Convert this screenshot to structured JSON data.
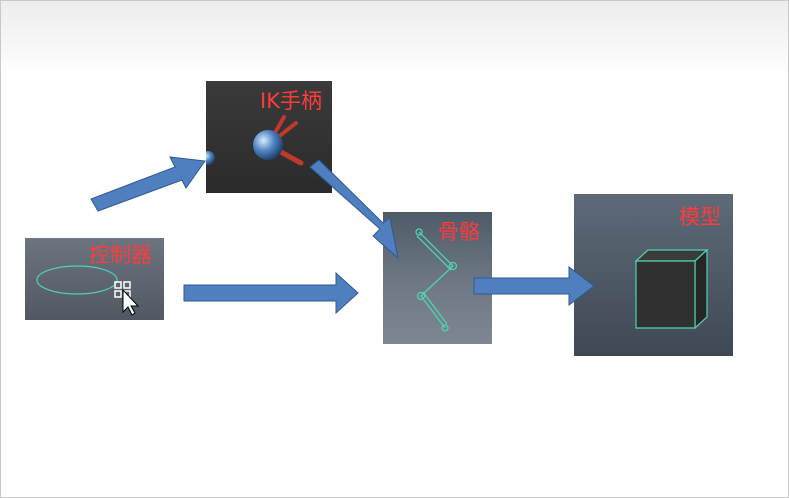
{
  "diagram": {
    "controller_label": "控制器",
    "ik_label": "IK手柄",
    "skeleton_label": "骨骼",
    "model_label": "模型"
  },
  "colors": {
    "label": "#ff3b3b",
    "arrow_fill": "#4f7fbf",
    "arrow_stroke": "#2f5a94",
    "wire": "#4fd3b0",
    "ik_red": "#c0392b"
  },
  "icons": [
    "ellipse-curve-icon",
    "cursor-icon",
    "ik-handle-icon",
    "joint-chain-icon",
    "cube-icon",
    "arrow-icon"
  ]
}
